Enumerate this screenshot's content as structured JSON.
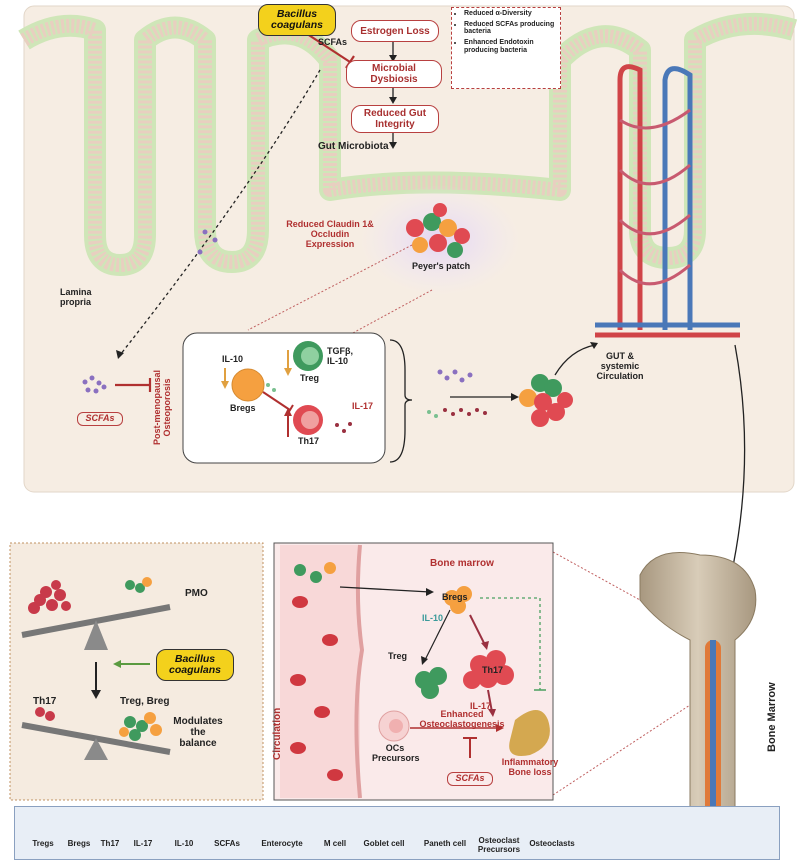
{
  "gut": {
    "bacillus_top": [
      "Bacillus",
      "coagulans"
    ],
    "scfas_top": "SCFAs",
    "estrogen_loss": "Estrogen Loss",
    "microbial_dysbiosis": [
      "Microbial",
      "Dysbiosis"
    ],
    "reduced_gut_integrity": [
      "Reduced Gut",
      "Integrity"
    ],
    "bullets": [
      "Reduced α-Diversity",
      "Reduced SCFAs producing bacteria",
      "Enhanced Endotoxin producing bacteria"
    ],
    "gut_microbiota": "Gut Microbiota",
    "reduced_claudin": [
      "Reduced Claudin 1&",
      "Occludin",
      "Expression"
    ],
    "peyers_patch": "Peyer's patch",
    "lamina_propria": [
      "Lamina",
      "propria"
    ],
    "scfas_left": "SCFAs",
    "pmo_vertical": [
      "Post-menopausal",
      "Osteoporosis"
    ],
    "il10": "IL-10",
    "tgfb": [
      "TGFβ,",
      "IL-10"
    ],
    "treg": "Treg",
    "bregs": "Bregs",
    "th17": "Th17",
    "il17": "IL-17",
    "gut_systemic": [
      "GUT &",
      "systemic",
      "Circulation"
    ]
  },
  "balance": {
    "pmo": "PMO",
    "bacillus": [
      "Bacillus",
      "coagulans"
    ],
    "th17": "Th17",
    "treg_breg": "Treg, Breg",
    "modulates": [
      "Modulates",
      "the",
      "balance"
    ]
  },
  "marrow": {
    "circulation": "Circulation",
    "bone_marrow_title": "Bone marrow",
    "bregs": "Bregs",
    "il10": "IL-10",
    "treg": "Treg",
    "th17": "Th17",
    "il17": "IL-17",
    "enhanced": [
      "Enhanced",
      "Osteoclastogenesis"
    ],
    "ocs": [
      "OCs",
      "Precursors"
    ],
    "scfas": "SCFAs",
    "inflammatory": [
      "Inflammatory",
      "Bone loss"
    ],
    "bone_marrow_vertical": "Bone Marrow"
  },
  "legend": [
    "Tregs",
    "Bregs",
    "Th17",
    "IL-17",
    "IL-10",
    "SCFAs",
    "Enterocyte",
    "M cell",
    "Goblet cell",
    "Paneth cell",
    "Osteoclast Precursors",
    "Osteoclasts"
  ],
  "colors": {
    "treg": "#3f9a5e",
    "breg": "#f5a040",
    "th17": "#e04a52",
    "il17": "#9a3040",
    "il10": "#7ac090",
    "scfa": "#8a70c0",
    "accent_red": "#b03030"
  }
}
